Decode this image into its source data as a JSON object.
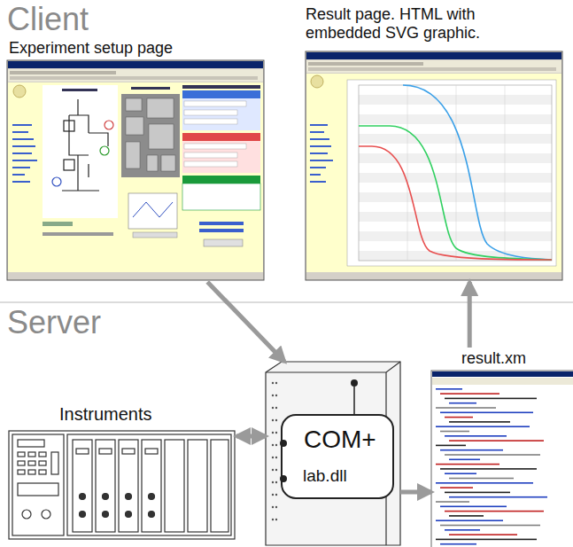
{
  "diagram": {
    "nodes": [
      {
        "text": [
          "Experiment setup page"
        ]
      },
      {
        "text": [
          "Result page. HTML with embedded SVG graphic."
        ]
      },
      {
        "text": [
          "Instruments"
        ]
      },
      {
        "text": [
          "COM+",
          "lab.dll"
        ]
      },
      {
        "text": [
          "result.xm"
        ]
      }
    ],
    "edges": [
      {
        "from": 0,
        "to": 3,
        "arrow": "to"
      },
      {
        "from": 2,
        "to": 3,
        "arrow": "both"
      },
      {
        "from": 3,
        "to": 4,
        "arrow": "to"
      },
      {
        "from": 4,
        "to": 1,
        "arrow": "to"
      }
    ],
    "labels": [
      "Client",
      "Server"
    ]
  }
}
